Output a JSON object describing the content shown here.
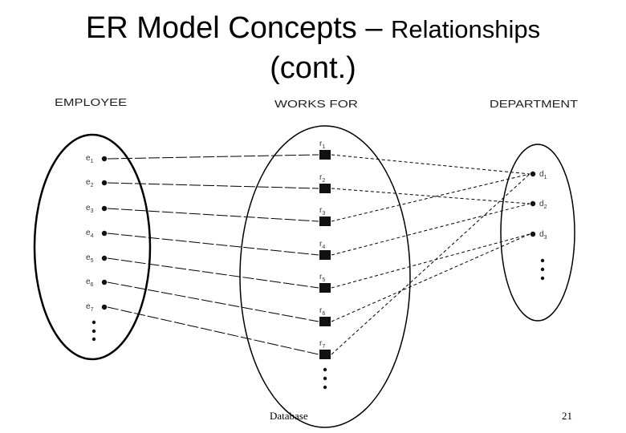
{
  "slide": {
    "title_main": "ER Model Concepts –",
    "title_small": "Relationships",
    "title_line2": "(cont.)"
  },
  "diagram": {
    "entity_set_left": {
      "label": "EMPLOYEE",
      "members": [
        "e1",
        "e2",
        "e3",
        "e4",
        "e5",
        "e6",
        "e7"
      ]
    },
    "relationship_set": {
      "label": "WORKS_FOR",
      "members": [
        "r1",
        "r2",
        "r3",
        "r4",
        "r5",
        "r6",
        "r7"
      ]
    },
    "entity_set_right": {
      "label": "DEPARTMENT",
      "members": [
        "d1",
        "d2",
        "d3"
      ]
    },
    "links": [
      {
        "r": "r1",
        "e": "e1",
        "d": "d1"
      },
      {
        "r": "r2",
        "e": "e2",
        "d": "d2"
      },
      {
        "r": "r3",
        "e": "e3",
        "d": "d1"
      },
      {
        "r": "r4",
        "e": "e4",
        "d": "d2"
      },
      {
        "r": "r5",
        "e": "e5",
        "d": "d3"
      },
      {
        "r": "r6",
        "e": "e6",
        "d": "d3"
      },
      {
        "r": "r7",
        "e": "e7",
        "d": "d1"
      }
    ]
  },
  "footer": {
    "left": "Database",
    "right": "21"
  }
}
